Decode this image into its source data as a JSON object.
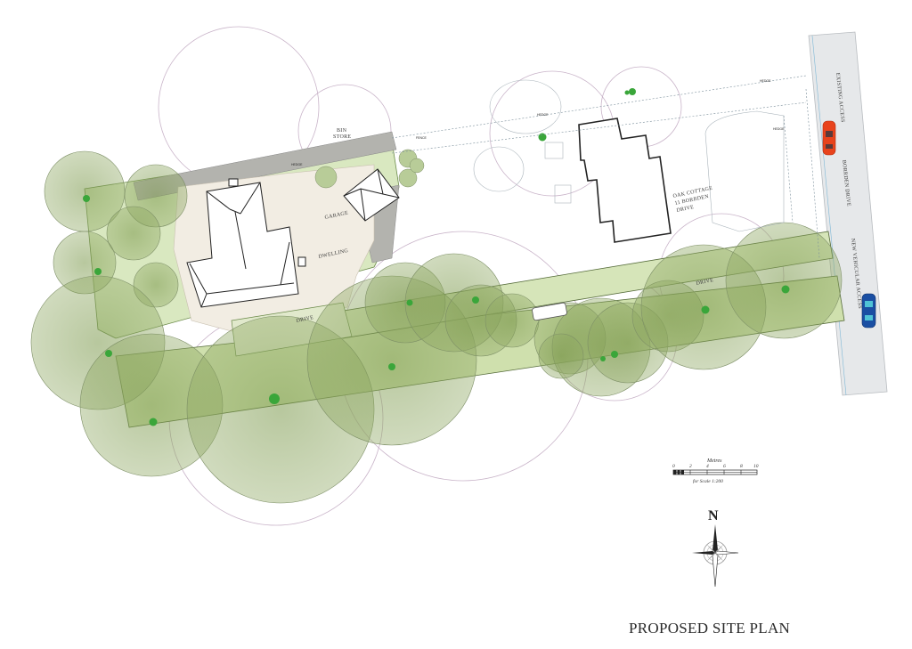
{
  "drawing": {
    "title": "PROPOSED SITE PLAN",
    "north_label": "N",
    "scale_bar": {
      "unit_label": "Metres",
      "ticks": [
        "0",
        "2",
        "4",
        "6",
        "8",
        "10"
      ],
      "note": "for Scale 1:200"
    }
  },
  "road": {
    "name": "BORRDEN DRIVE",
    "existing_access_label": "EXISTING ACCESS",
    "new_access_label": "NEW VEHICULAR ACCESS"
  },
  "buildings": {
    "neighbour_label_line1": "OAK COTTAGE",
    "neighbour_label_line2": "11 BORRDEN",
    "neighbour_label_line3": "DRIVE",
    "garage_label": "GARAGE",
    "dwelling_label": "DWELLING",
    "bin_store_line1": "BIN",
    "bin_store_line2": "STORE"
  },
  "site_labels": {
    "drive_1": "DRIVE",
    "drive_2": "DRIVE",
    "hedge": "HEDGE",
    "fence": "FENCE"
  },
  "colors": {
    "canopy_fill": "#8fa863",
    "canopy_dark": "#6f8a45",
    "lawn": "#d9e8c0",
    "paving": "#f2ede3",
    "road": "#e6e8ea",
    "hedge_band": "#b3b3ae",
    "tree_dot": "#3aa63a",
    "car_red": "#e8431c",
    "car_blue": "#1a4fa3",
    "outline": "#222222"
  }
}
